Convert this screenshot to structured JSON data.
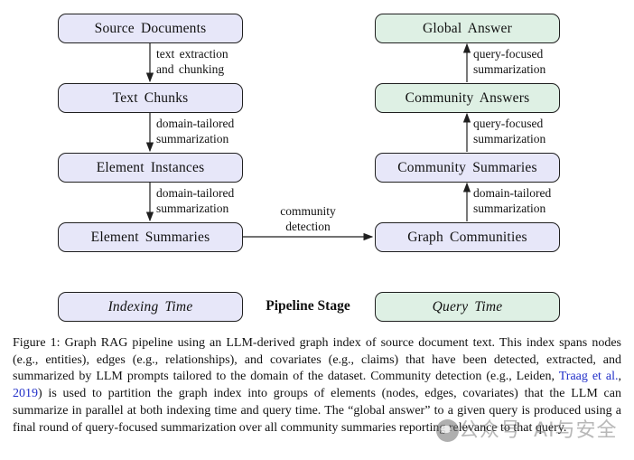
{
  "diagram": {
    "indexing_boxes": [
      {
        "label": "Source Documents"
      },
      {
        "label": "Text Chunks"
      },
      {
        "label": "Element Instances"
      },
      {
        "label": "Element Summaries"
      },
      {
        "label": "Graph Communities"
      },
      {
        "label": "Community Summaries"
      }
    ],
    "query_boxes": [
      {
        "label": "Community Answers"
      },
      {
        "label": "Global Answer"
      }
    ],
    "left_edge_labels": [
      "text extraction\nand chunking",
      "domain-tailored\nsummarization",
      "domain-tailored\nsummarization"
    ],
    "right_edge_labels": [
      "query-focused\nsummarization",
      "query-focused\nsummarization",
      "domain-tailored\nsummarization"
    ],
    "cross_edge_label": "community\ndetection",
    "legend": {
      "indexing_label": "Indexing Time",
      "stage_label": "Pipeline Stage",
      "query_label": "Query Time"
    },
    "colors": {
      "indexing_fill": "#e7e7f9",
      "query_fill": "#def0e4",
      "border": "#1f1f1f",
      "arrow": "#1f1f1f",
      "link_blue": "#2230c9"
    }
  },
  "caption": {
    "part1": "Figure 1: Graph RAG pipeline using an LLM-derived graph index of source document text. This index spans nodes (e.g., entities), edges (e.g., relationships), and covariates (e.g., claims) that have been detected, extracted, and summarized by LLM prompts tailored to the domain of the dataset. Community detection (e.g., Leiden, ",
    "link1": "Traag et al.",
    "sep": ", ",
    "link2": "2019",
    "part2": ") is used to partition the graph index into groups of elements (nodes, edges, covariates) that the LLM can summarize in parallel at both indexing time and query time. The “global answer” to a given query is produced using a final round of query-focused summarization over all community summaries reporting relevance to that query."
  },
  "watermark": {
    "icon": "wechat-official-account-logo",
    "text1": "公众号",
    "text2": "AI与安全"
  }
}
